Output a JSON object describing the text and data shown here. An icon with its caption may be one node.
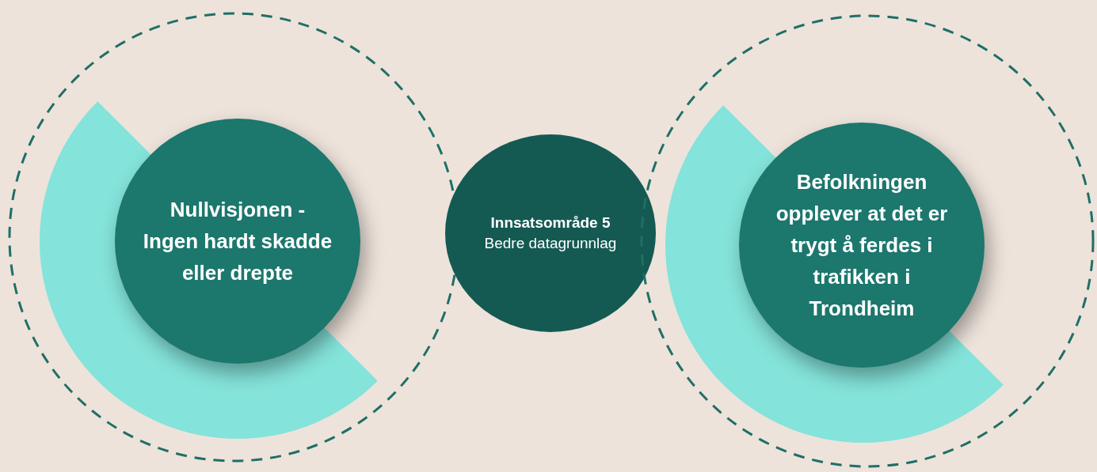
{
  "diagram": {
    "nodes": [
      {
        "text": [],
        "shape": "circle"
      },
      {
        "text": [
          "Nullvisjonen - Ingen hardt skadde eller drepte"
        ],
        "in": 0
      },
      {
        "text": [
          "Innsatsområde 5",
          "Bedre datagrunnlag"
        ]
      },
      {
        "text": [],
        "shape": "circle"
      },
      {
        "text": [
          "Befolkningen opplever at det er trygt å ferdes i trafikken i Trondheim"
        ],
        "in": 3
      }
    ]
  }
}
